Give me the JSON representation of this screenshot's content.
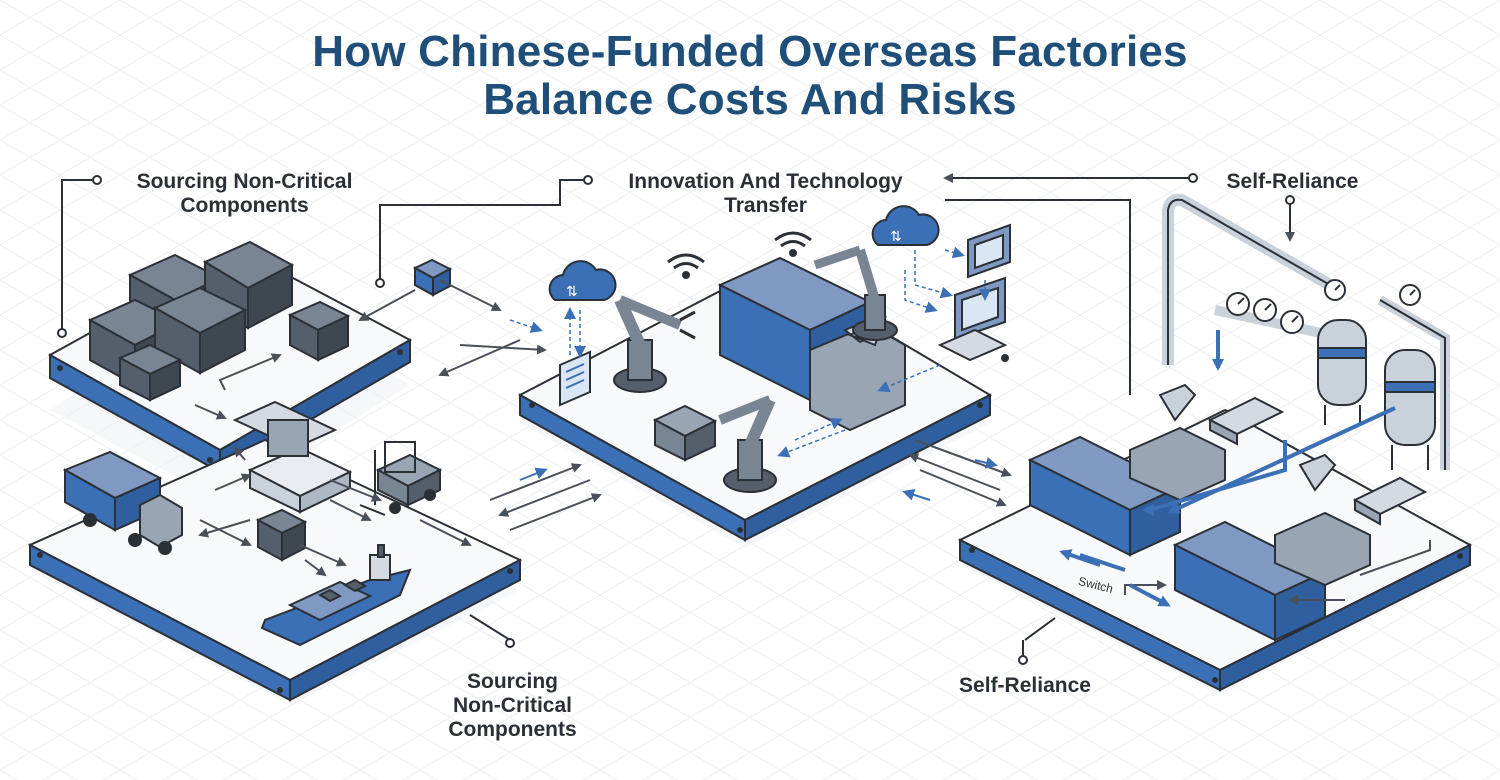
{
  "title": {
    "line1": "How Chinese-Funded Overseas Factories",
    "line2": "Balance Costs And Risks"
  },
  "labels": {
    "sourcing_top": {
      "line1": "Sourcing Non-Critical",
      "line2": "Components"
    },
    "innovation": {
      "line1": "Innovation And Technology",
      "line2": "Transfer"
    },
    "self_reliance_top": "Self-Reliance",
    "sourcing_bottom": {
      "line1": "Sourcing",
      "line2": "Non-Critical",
      "line3": "Components"
    },
    "self_reliance_bottom": "Self-Reliance",
    "switch": "Switch"
  },
  "colors": {
    "title": "#1f4e79",
    "accent_blue": "#3b6fb6",
    "dark_outline": "#2b2f36",
    "platform_top": "#f5f7fa",
    "grid": "#e9edf2"
  },
  "icons": [
    "cloud-sync-icon",
    "wifi-icon",
    "monitor-icon",
    "computer-icon",
    "robot-arm-icon",
    "truck-icon",
    "forklift-icon",
    "cargo-ship-icon",
    "crate-icon",
    "gauge-icon",
    "storage-tank-icon",
    "injection-molding-machine-icon",
    "conveyor-icon",
    "chip-cube-icon"
  ]
}
